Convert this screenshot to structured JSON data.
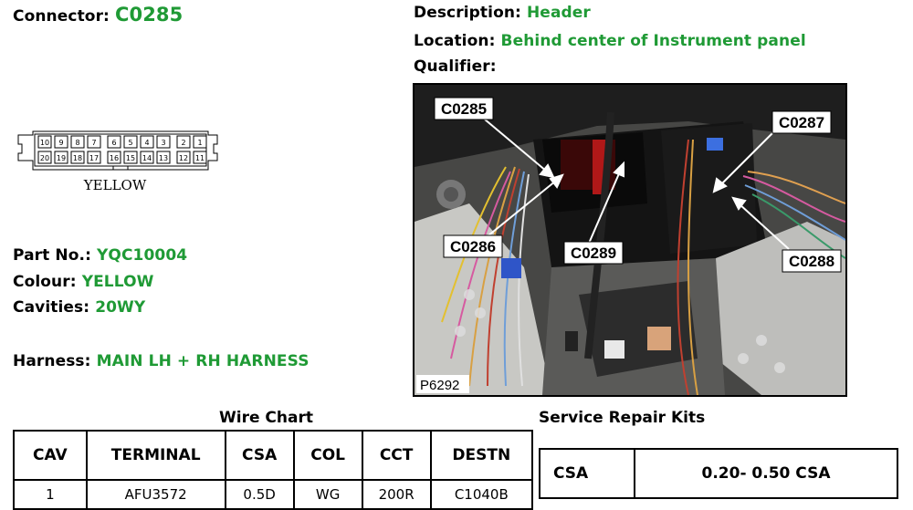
{
  "connector": {
    "label": "Connector:",
    "value": "C0285"
  },
  "description": {
    "label": "Description:",
    "value": "Header"
  },
  "location": {
    "label": "Location:",
    "value": "Behind center of Instrument panel"
  },
  "qualifier": {
    "label": "Qualifier:",
    "value": ""
  },
  "diagram": {
    "caption": "YELLOW",
    "top_pins": [
      "10",
      "9",
      "8",
      "7",
      "6",
      "5",
      "4",
      "3",
      "2",
      "1"
    ],
    "bottom_pins": [
      "20",
      "19",
      "18",
      "17",
      "16",
      "15",
      "14",
      "13",
      "12",
      "11"
    ]
  },
  "part": {
    "label": "Part No.:",
    "value": "YQC10004"
  },
  "colour": {
    "label": "Colour:",
    "value": "YELLOW"
  },
  "cavities": {
    "label": "Cavities:",
    "value": "20WY"
  },
  "harness": {
    "label": "Harness:",
    "value": "MAIN LH + RH HARNESS"
  },
  "photo": {
    "id": "P6292",
    "callouts": [
      "C0285",
      "C0287",
      "C0286",
      "C0289",
      "C0288"
    ]
  },
  "wire_chart": {
    "title": "Wire Chart",
    "headers": [
      "CAV",
      "TERMINAL",
      "CSA",
      "COL",
      "CCT",
      "DESTN"
    ],
    "rows": [
      [
        "1",
        "AFU3572",
        "0.5D",
        "WG",
        "200R",
        "C1040B"
      ]
    ]
  },
  "repair_kits": {
    "title": "Service Repair Kits",
    "rows": [
      [
        "CSA",
        "0.20- 0.50 CSA"
      ]
    ]
  }
}
